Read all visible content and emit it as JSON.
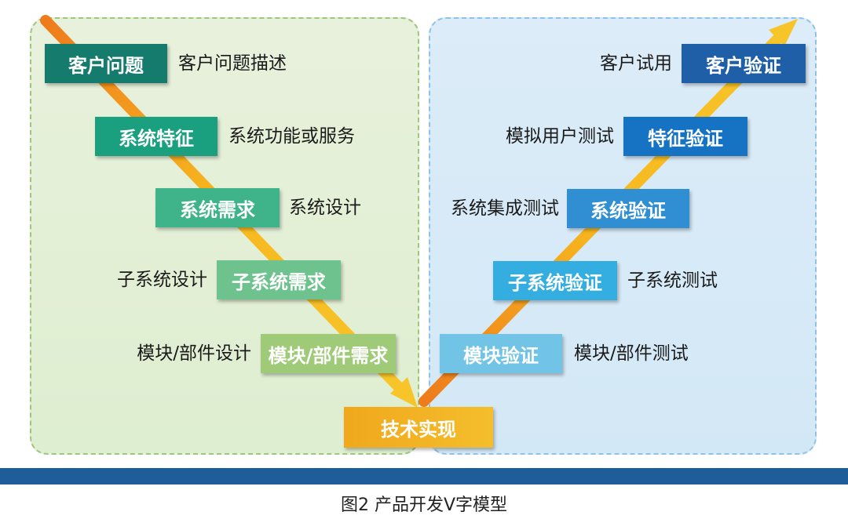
{
  "left_steps": [
    {
      "box": "客户问题",
      "label": "客户问题描述"
    },
    {
      "box": "系统特征",
      "label": "系统功能或服务"
    },
    {
      "box": "系统需求",
      "label": "系统设计"
    },
    {
      "box": "子系统需求",
      "label": "子系统设计"
    },
    {
      "box": "模块/部件需求",
      "label": "模块/部件设计"
    }
  ],
  "bottom": {
    "box": "技术实现"
  },
  "right_steps": [
    {
      "box": "客户验证",
      "label": "客户试用"
    },
    {
      "box": "特征验证",
      "label": "模拟用户测试"
    },
    {
      "box": "系统验证",
      "label": "系统集成测试"
    },
    {
      "box": "子系统验证",
      "label": "子系统测试"
    },
    {
      "box": "模块验证",
      "label": "模块/部件测试"
    }
  ],
  "caption": "图2   产品开发V字模型",
  "colors": {
    "left_boxes": [
      "#147b6d",
      "#1aa07f",
      "#3fb38a",
      "#6ec28e",
      "#9fcb78"
    ],
    "right_boxes": [
      "#1f5fa8",
      "#1673c4",
      "#2f8fd2",
      "#34aee0",
      "#72c4e6"
    ],
    "bottom_box": "#f0b020",
    "arrow": "#f5b21b",
    "left_panel": "#e4efda",
    "right_panel": "#d8eaf7",
    "bar": "#1e5d9a"
  }
}
